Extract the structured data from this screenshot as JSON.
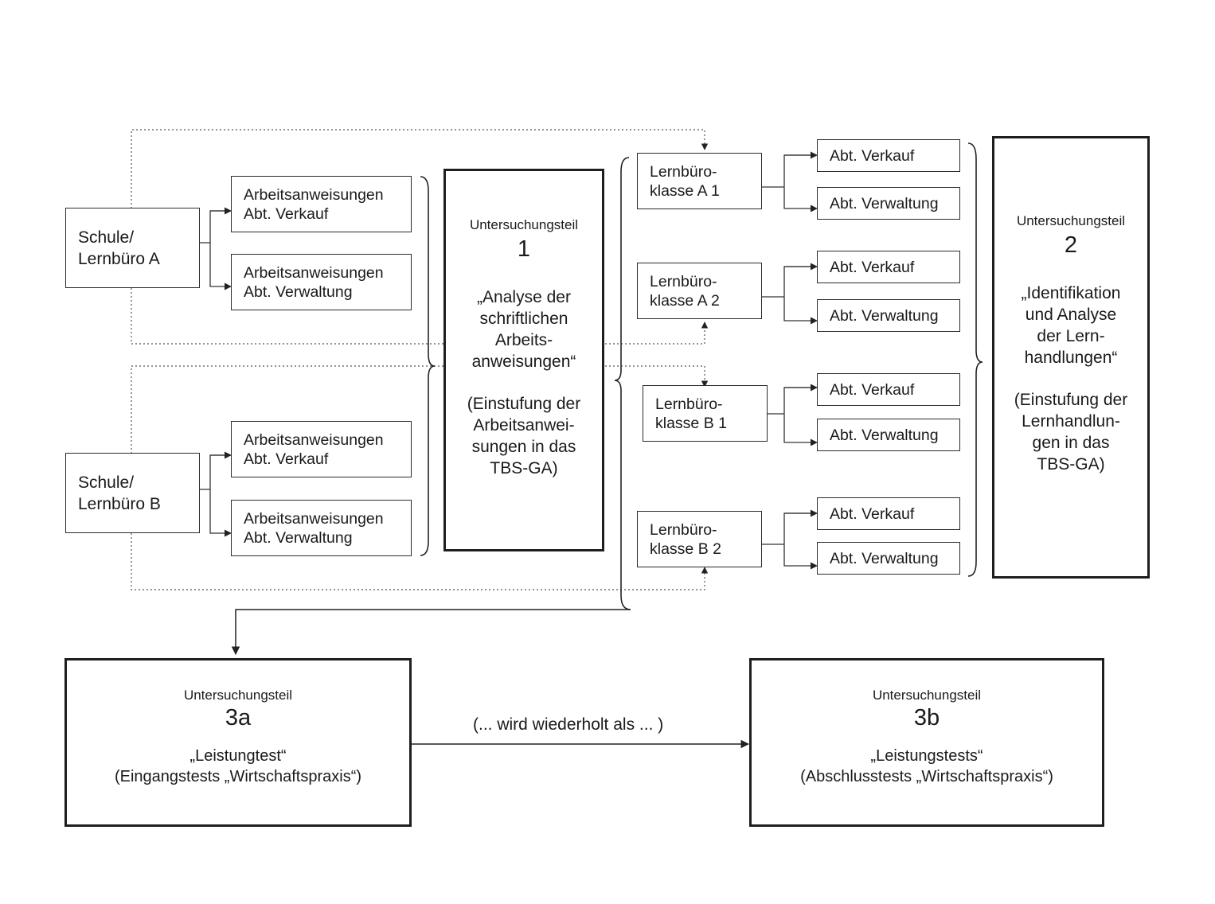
{
  "schools": [
    {
      "line1": "Schule/",
      "line2": "Lernbüro A",
      "instructions": [
        {
          "line1": "Arbeitsanweisungen",
          "line2": "Abt. Verkauf"
        },
        {
          "line1": "Arbeitsanweisungen",
          "line2": "Abt. Verwaltung"
        }
      ]
    },
    {
      "line1": "Schule/",
      "line2": "Lernbüro B",
      "instructions": [
        {
          "line1": "Arbeitsanweisungen",
          "line2": "Abt. Verkauf"
        },
        {
          "line1": "Arbeitsanweisungen",
          "line2": "Abt. Verwaltung"
        }
      ]
    }
  ],
  "part1": {
    "label": "Untersuchungsteil",
    "number": "1",
    "title": [
      "„Analyse der",
      "schriftlichen",
      "Arbeits-",
      "anweisungen“"
    ],
    "detail": [
      "(Einstufung der",
      "Arbeitsanwei-",
      "sungen in das",
      "TBS-GA)"
    ]
  },
  "classes": [
    {
      "line1": "Lernbüro-",
      "line2": "klasse A 1",
      "depts": [
        "Abt. Verkauf",
        "Abt. Verwaltung"
      ]
    },
    {
      "line1": "Lernbüro-",
      "line2": "klasse A 2",
      "depts": [
        "Abt. Verkauf",
        "Abt. Verwaltung"
      ]
    },
    {
      "line1": "Lernbüro-",
      "line2": "klasse B 1",
      "depts": [
        "Abt. Verkauf",
        "Abt. Verwaltung"
      ]
    },
    {
      "line1": "Lernbüro-",
      "line2": "klasse B 2",
      "depts": [
        "Abt. Verkauf",
        "Abt. Verwaltung"
      ]
    }
  ],
  "part2": {
    "label": "Untersuchungsteil",
    "number": "2",
    "title": [
      "„Identifikation",
      "und Analyse",
      "der Lern-",
      "handlungen“"
    ],
    "detail": [
      "(Einstufung der",
      "Lernhandlun-",
      "gen in das",
      "TBS-GA)"
    ]
  },
  "part3a": {
    "label": "Untersuchungsteil",
    "number": "3a",
    "title": "„Leistungtest“",
    "detail": "(Eingangstests „Wirtschaftspraxis“)"
  },
  "part3b": {
    "label": "Untersuchungsteil",
    "number": "3b",
    "title": "„Leistungstests“",
    "detail": "(Abschlusstests „Wirtschaftspraxis“)"
  },
  "connector_label": "(... wird wiederholt als ... )"
}
